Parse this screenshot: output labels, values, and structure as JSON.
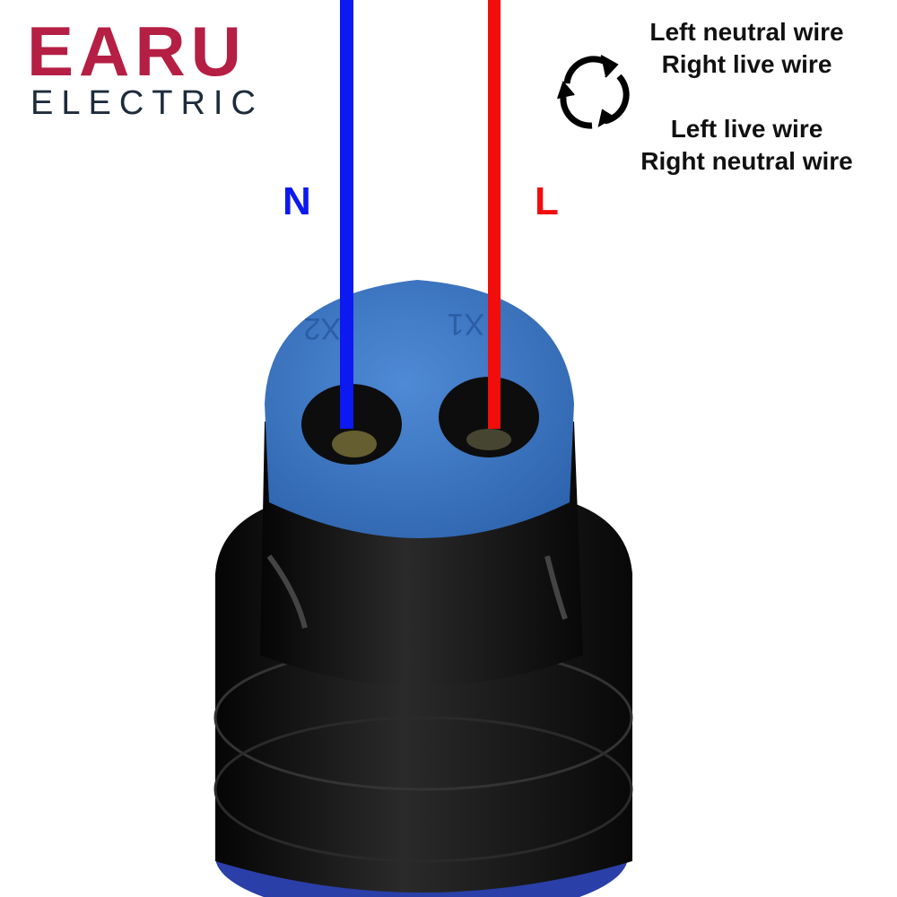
{
  "logo": {
    "brand": "EARU",
    "subtitle": "ELECTRIC"
  },
  "notes": {
    "option1_line1": "Left neutral wire",
    "option1_line2": "Right live wire",
    "option2_line1": "Left live wire",
    "option2_line2": "Right neutral wire",
    "swap_icon": "rotate-arrows-icon"
  },
  "wires": {
    "neutral_label": "N",
    "neutral_color": "#0c19f0",
    "live_label": "L",
    "live_color": "#f20d0d"
  },
  "terminals": {
    "left": "X2",
    "right": "X1"
  },
  "colors": {
    "cap": "#3a78c9",
    "body": "#151515",
    "brand": "#b51f43"
  }
}
